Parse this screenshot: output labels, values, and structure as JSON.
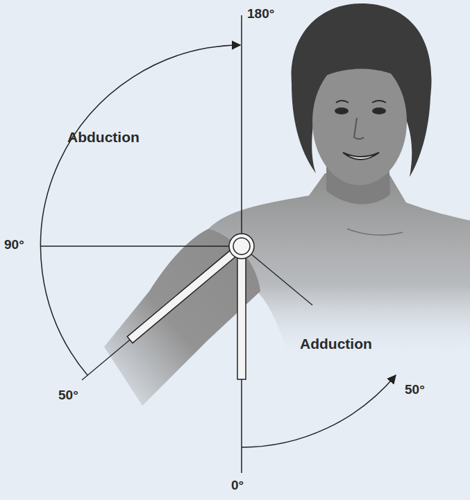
{
  "diagram": {
    "labels": [
      "180°",
      "Abduction",
      "90°",
      "Adduction",
      "50°",
      "50°",
      "0°"
    ]
  }
}
